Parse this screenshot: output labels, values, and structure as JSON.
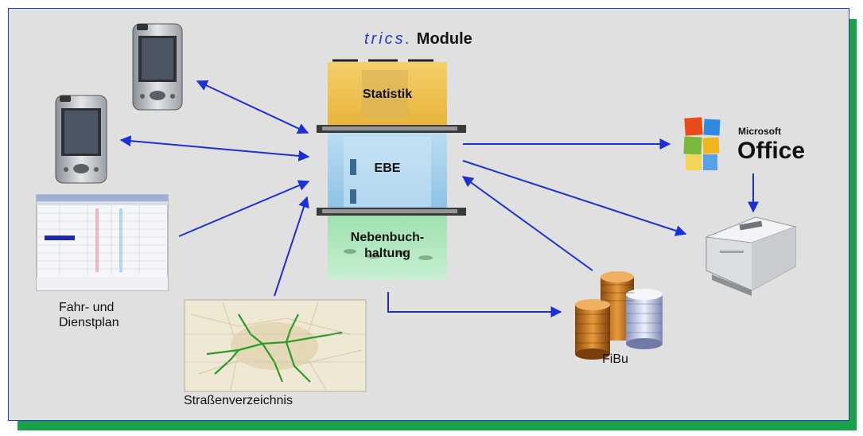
{
  "title": {
    "brand": "trics.",
    "suffix": "Module"
  },
  "modules": [
    "Statistik",
    "EBE",
    "Nebenbuch-",
    "haltung"
  ],
  "labels": {
    "plan_line1": "Fahr- und",
    "plan_line2": "Dienstplan",
    "streets": "Straßenverzeichnis",
    "fibu": "FiBu"
  },
  "office": {
    "small": "Microsoft",
    "big": "Office"
  },
  "colors": {
    "arrow": "#1c2fd8",
    "border": "#1f3fbf",
    "shadow": "#19a24a",
    "panel": "#e0e0e0"
  }
}
